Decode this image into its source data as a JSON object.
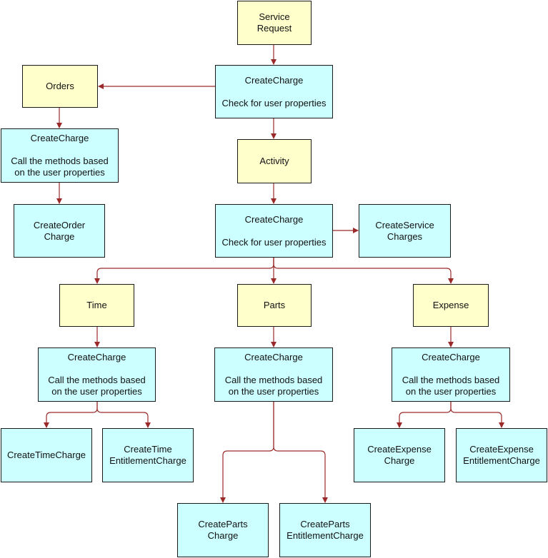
{
  "colors": {
    "yellow_fill": "#ffffcc",
    "cyan_fill": "#ccffff",
    "connector": "#9b2b2b",
    "border": "#1a1a1a"
  },
  "nodes": {
    "service_request": {
      "lines": [
        "Service",
        "Request"
      ]
    },
    "cc_top": {
      "title": "CreateCharge",
      "lines": [
        "Check for user properties"
      ]
    },
    "orders": {
      "lines": [
        "Orders"
      ]
    },
    "cc_orders": {
      "title": "CreateCharge",
      "lines": [
        "Call the methods based",
        "on the user properties"
      ]
    },
    "create_order_charge": {
      "lines": [
        "CreateOrder",
        "Charge"
      ]
    },
    "activity": {
      "lines": [
        "Activity"
      ]
    },
    "cc_activity": {
      "title": "CreateCharge",
      "lines": [
        "Check for user properties"
      ]
    },
    "create_service_charges": {
      "lines": [
        "CreateService",
        "Charges"
      ]
    },
    "time": {
      "lines": [
        "Time"
      ]
    },
    "parts": {
      "lines": [
        "Parts"
      ]
    },
    "expense": {
      "lines": [
        "Expense"
      ]
    },
    "cc_time": {
      "title": "CreateCharge",
      "lines": [
        "Call the methods based",
        "on the user properties"
      ]
    },
    "cc_parts": {
      "title": "CreateCharge",
      "lines": [
        "Call the methods based",
        "on the user properties"
      ]
    },
    "cc_expense": {
      "title": "CreateCharge",
      "lines": [
        "Call the methods based",
        "on the user properties"
      ]
    },
    "create_time_charge": {
      "lines": [
        "CreateTimeCharge"
      ]
    },
    "create_time_entitlement": {
      "lines": [
        "CreateTime",
        "EntitlementCharge"
      ]
    },
    "create_parts_charge": {
      "lines": [
        "CreateParts",
        "Charge"
      ]
    },
    "create_parts_entitlement": {
      "lines": [
        "CreateParts",
        "EntitlementCharge"
      ]
    },
    "create_expense_charge": {
      "lines": [
        "CreateExpense",
        "Charge"
      ]
    },
    "create_expense_entitlement": {
      "lines": [
        "CreateExpense",
        "EntitlementCharge"
      ]
    }
  }
}
